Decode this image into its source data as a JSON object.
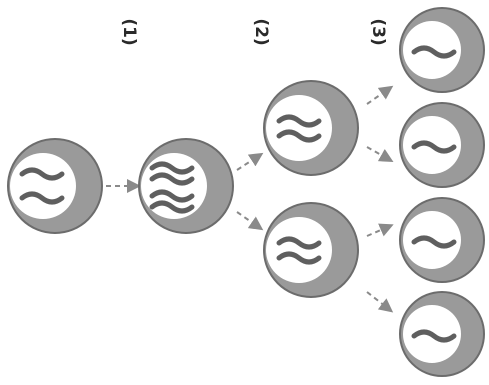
{
  "stages": [
    {
      "label": "(1)"
    },
    {
      "label": "(2)"
    },
    {
      "label": "(3)"
    }
  ],
  "colors": {
    "cell_fill": "#9a9a9a",
    "cell_outline": "#6c6c6c",
    "nucleus_fill": "#ffffff",
    "chromosome": "#5f5f5f",
    "arrow": "#8a8a8a",
    "label": "#2a2a2a"
  },
  "cells": [
    {
      "id": "parent-cell",
      "generation": 0,
      "chromosome_strands": 2
    },
    {
      "id": "replicated-cell",
      "generation": 1,
      "chromosome_strands": 4
    },
    {
      "id": "daughter-cell-1",
      "generation": 2,
      "chromosome_strands": 2
    },
    {
      "id": "daughter-cell-2",
      "generation": 2,
      "chromosome_strands": 2
    },
    {
      "id": "granddaughter-cell-1",
      "generation": 3,
      "chromosome_strands": 1
    },
    {
      "id": "granddaughter-cell-2",
      "generation": 3,
      "chromosome_strands": 1
    },
    {
      "id": "granddaughter-cell-3",
      "generation": 3,
      "chromosome_strands": 1
    },
    {
      "id": "granddaughter-cell-4",
      "generation": 3,
      "chromosome_strands": 1
    }
  ]
}
